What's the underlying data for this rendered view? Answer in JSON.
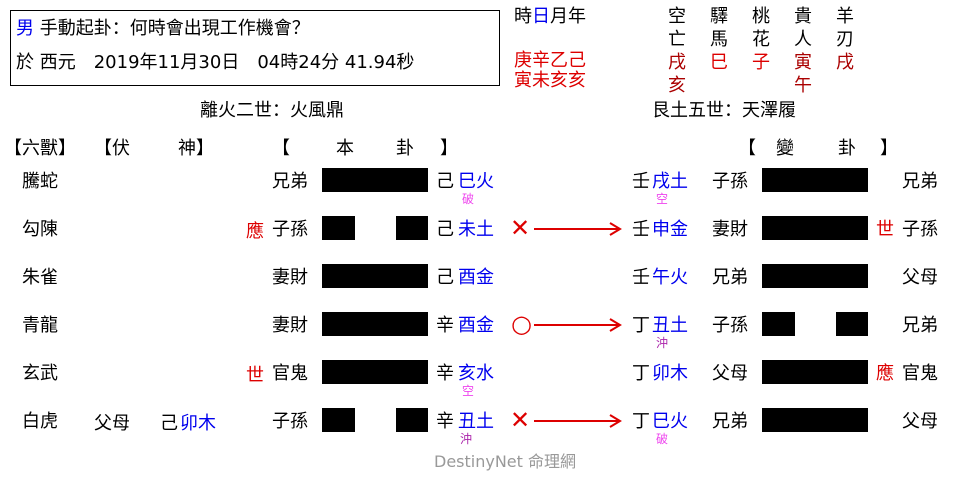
{
  "header": {
    "gender": "男",
    "question": "手動起卦：何時會出現工作機會？",
    "date_line": "於 西元　2019年11月30日　04時24分 41.94秒"
  },
  "time_labels": {
    "shi": "時",
    "ri": "日",
    "yue_nian": "月年"
  },
  "ganzhi": {
    "stems": "庚辛乙己",
    "branches": "寅未亥亥"
  },
  "shensha": {
    "row1": [
      "空",
      "驛",
      "桃",
      "貴",
      "羊"
    ],
    "row2": [
      "亡",
      "馬",
      "花",
      "人",
      "刃"
    ],
    "row3": [
      "戌",
      "巳",
      "子",
      "寅",
      "戌"
    ],
    "row4a": "亥",
    "row4b": "午"
  },
  "main_gua": {
    "title": "離火二世：火風鼎"
  },
  "change_gua": {
    "title": "艮土五世：天澤履"
  },
  "columns": {
    "liushou": "【六獸】",
    "fu_bracket_l": "【伏",
    "fu_shen": "神】",
    "ben_l": "【",
    "ben_c": "本",
    "ben_gua": "卦",
    "ben_r": "】",
    "bian_l": "【",
    "bian_c": "變",
    "bian_gua": "卦",
    "bian_r": "】"
  },
  "lines": [
    {
      "beast": "騰蛇",
      "fushen_rel": "",
      "fushen_stem": "",
      "fushen_branch": "",
      "mark": "",
      "rel": "兄弟",
      "yang": true,
      "stem": "己",
      "branch": "巳火",
      "note": "破",
      "move": "",
      "c_stem": "壬",
      "c_branch": "戌土",
      "c_note": "空",
      "c_rel": "子孫",
      "c_yang": true,
      "c_mark": "",
      "c_right": "兄弟"
    },
    {
      "beast": "勾陳",
      "fushen_rel": "",
      "fushen_stem": "",
      "fushen_branch": "",
      "mark": "應",
      "rel": "子孫",
      "yang": false,
      "stem": "己",
      "branch": "未土",
      "note": "",
      "move": "✕",
      "c_stem": "壬",
      "c_branch": "申金",
      "c_note": "",
      "c_rel": "妻財",
      "c_yang": true,
      "c_mark": "世",
      "c_right": "子孫"
    },
    {
      "beast": "朱雀",
      "fushen_rel": "",
      "fushen_stem": "",
      "fushen_branch": "",
      "mark": "",
      "rel": "妻財",
      "yang": true,
      "stem": "己",
      "branch": "酉金",
      "note": "",
      "move": "",
      "c_stem": "壬",
      "c_branch": "午火",
      "c_note": "",
      "c_rel": "兄弟",
      "c_yang": true,
      "c_mark": "",
      "c_right": "父母"
    },
    {
      "beast": "青龍",
      "fushen_rel": "",
      "fushen_stem": "",
      "fushen_branch": "",
      "mark": "",
      "rel": "妻財",
      "yang": true,
      "stem": "辛",
      "branch": "酉金",
      "note": "",
      "move": "○",
      "c_stem": "丁",
      "c_branch": "丑土",
      "c_note": "沖",
      "c_rel": "子孫",
      "c_yang": false,
      "c_mark": "",
      "c_right": "兄弟"
    },
    {
      "beast": "玄武",
      "fushen_rel": "",
      "fushen_stem": "",
      "fushen_branch": "",
      "mark": "世",
      "rel": "官鬼",
      "yang": true,
      "stem": "辛",
      "branch": "亥水",
      "note": "空",
      "move": "",
      "c_stem": "丁",
      "c_branch": "卯木",
      "c_note": "",
      "c_rel": "父母",
      "c_yang": true,
      "c_mark": "應",
      "c_right": "官鬼"
    },
    {
      "beast": "白虎",
      "fushen_rel": "父母",
      "fushen_stem": "己",
      "fushen_branch": "卯木",
      "mark": "",
      "rel": "子孫",
      "yang": false,
      "stem": "辛",
      "branch": "丑土",
      "note": "沖",
      "move": "✕",
      "c_stem": "丁",
      "c_branch": "巳火",
      "c_note": "破",
      "c_rel": "兄弟",
      "c_yang": true,
      "c_mark": "",
      "c_right": "父母"
    }
  ],
  "watermark": "DestinyNet 命理網",
  "colors": {
    "blue": "#0000ee",
    "red": "#dd0000",
    "dark_red": "#aa0000",
    "pink": "#ee44ee",
    "purple": "#aa22aa",
    "gray": "#999999"
  }
}
